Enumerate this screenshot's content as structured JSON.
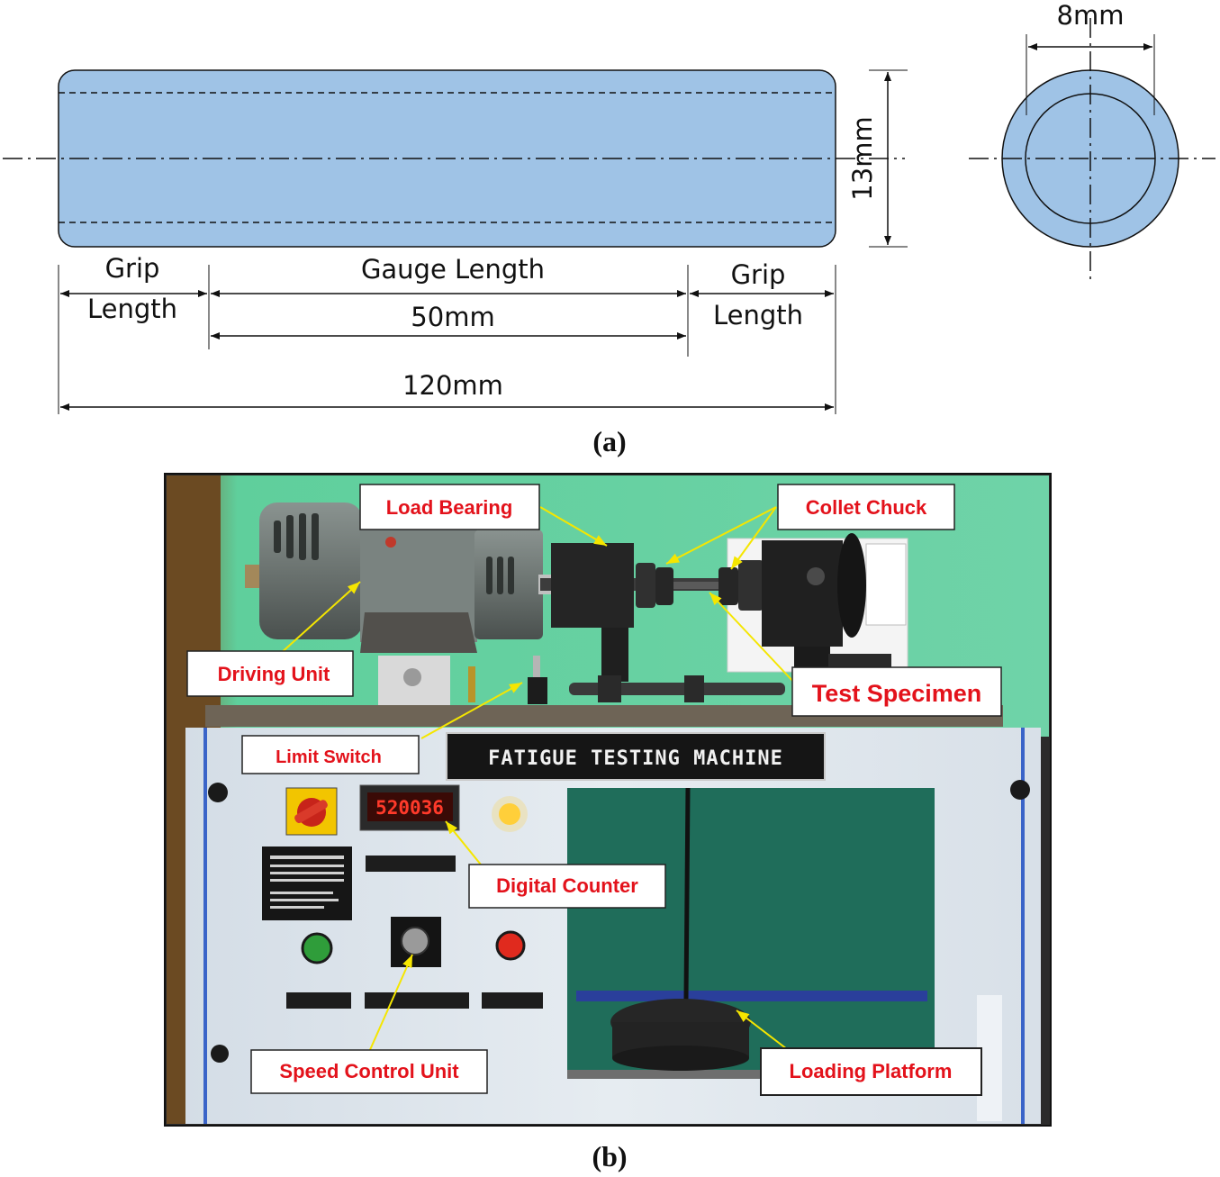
{
  "part_a": {
    "caption": "(a)",
    "dim_grip_left_line1": "Grip",
    "dim_grip_left_line2": "Length",
    "dim_gauge_label": "Gauge Length",
    "dim_gauge_value": "50mm",
    "dim_grip_right_line1": "Grip",
    "dim_grip_right_line2": "Length",
    "dim_total": "120mm",
    "dim_outer_diameter": "13mm",
    "dim_inner_diameter": "8mm",
    "specimen_color": "#9fc3e6"
  },
  "part_b": {
    "caption": "(b)",
    "callouts": {
      "load_bearing": "Load Bearing",
      "collet_chuck": "Collet Chuck",
      "driving_unit": "Driving Unit",
      "test_specimen": "Test Specimen",
      "limit_switch": "Limit Switch",
      "digital_counter": "Digital Counter",
      "speed_control_unit": "Speed Control Unit",
      "loading_platform": "Loading Platform"
    },
    "machine_plate": "FATIGUE TESTING MACHINE",
    "counter_display": "520036",
    "callout_text_color": "#e3121b",
    "arrow_color": "#f5e600"
  }
}
